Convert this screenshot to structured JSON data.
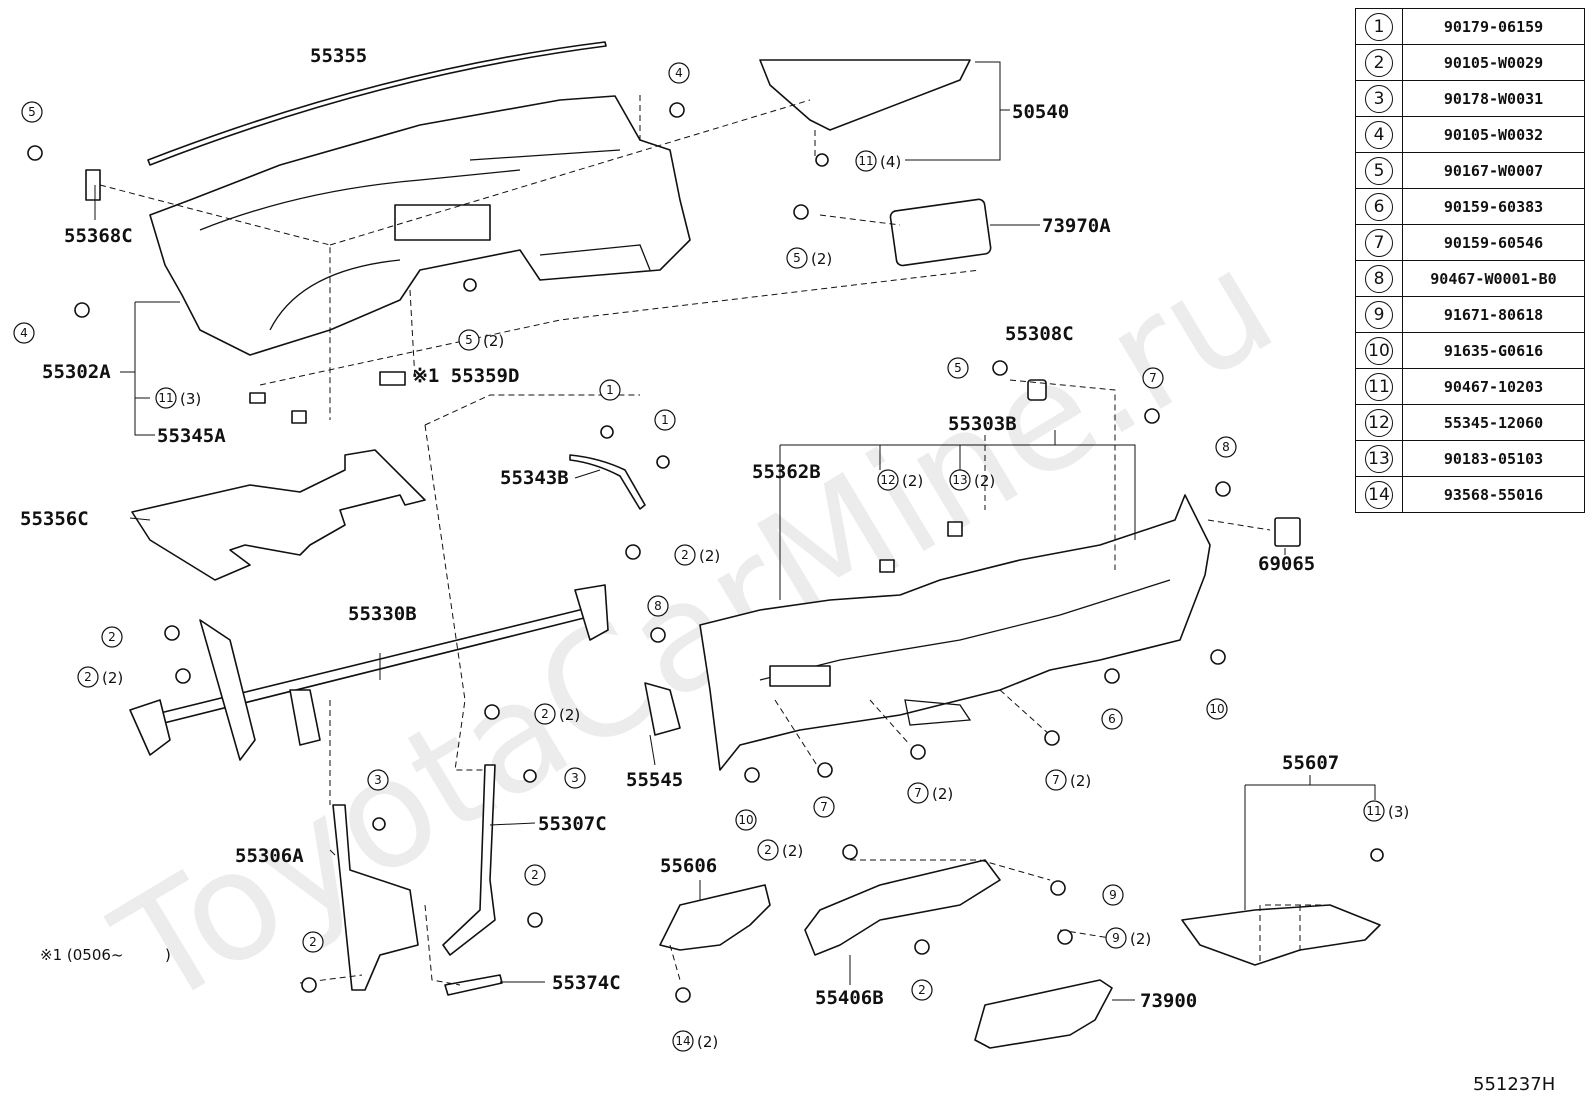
{
  "diagram": {
    "watermark": "ToyotaCarMine.ru",
    "code": "551237H",
    "note_prefix": "※1 (0506~",
    "note_suffix": ")",
    "part_labels": {
      "p55355": "55355",
      "p50540": "50540",
      "p55368C": "55368C",
      "p73970A": "73970A",
      "p55302A": "55302A",
      "p55359D": "※1 55359D",
      "p55345A": "55345A",
      "p55308C": "55308C",
      "p55303B": "55303B",
      "p55343B": "55343B",
      "p55362B": "55362B",
      "p55356C": "55356C",
      "p69065": "69065",
      "p55330B": "55330B",
      "p55545": "55545",
      "p55607": "55607",
      "p55307C": "55307C",
      "p55306A": "55306A",
      "p55606": "55606",
      "p55406B": "55406B",
      "p55374C": "55374C",
      "p73900": "73900"
    },
    "qty": {
      "q2": "(2)",
      "q3": "(3)",
      "q4": "(4)"
    }
  },
  "legend": [
    {
      "key": "1",
      "part": "90179-06159"
    },
    {
      "key": "2",
      "part": "90105-W0029"
    },
    {
      "key": "3",
      "part": "90178-W0031"
    },
    {
      "key": "4",
      "part": "90105-W0032"
    },
    {
      "key": "5",
      "part": "90167-W0007"
    },
    {
      "key": "6",
      "part": "90159-60383"
    },
    {
      "key": "7",
      "part": "90159-60546"
    },
    {
      "key": "8",
      "part": "90467-W0001-B0"
    },
    {
      "key": "9",
      "part": "91671-80618"
    },
    {
      "key": "10",
      "part": "91635-G0616"
    },
    {
      "key": "11",
      "part": "90467-10203"
    },
    {
      "key": "12",
      "part": "55345-12060"
    },
    {
      "key": "13",
      "part": "90183-05103"
    },
    {
      "key": "14",
      "part": "93568-55016"
    }
  ]
}
